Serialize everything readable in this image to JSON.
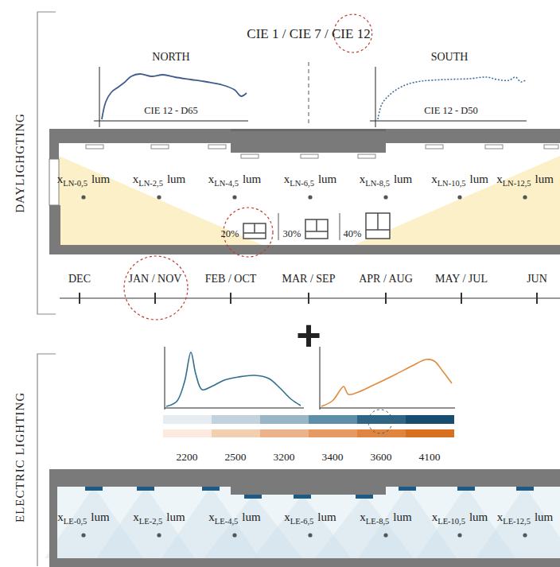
{
  "diagram": {
    "title": "CIE 1 / CIE 7 / CIE 12",
    "labels": [
      "DAYLIGHGTING",
      "NORTH",
      "SOUTH",
      "CIE 12 - D65",
      "CIE 12 - D50",
      "x",
      "LN-0,5",
      "lum",
      "x",
      "LN-2,5",
      "lum",
      "x",
      "LN-4,5",
      "lum",
      "x",
      "LN-6,5",
      "lum",
      "x",
      "LN-8,5",
      "lum",
      "x",
      "LN-10,5",
      "lum",
      "x",
      "LN-12,5",
      "lum",
      "20%",
      "30%",
      "40%",
      "DEC",
      "JAN / NOV",
      "FEB / OCT",
      "MAR / SEP",
      "APR / AUG",
      "MAY / JUL",
      "JUN",
      "+",
      "ELECTRIC LIGHTING",
      "2200",
      "2500",
      "3200",
      "3400",
      "3600",
      "4100",
      "x",
      "LE-0,5",
      "lum",
      "x",
      "LE-2,5",
      "lum",
      "x",
      "LE-4,5",
      "lum",
      "x",
      "LE-6,5",
      "lum",
      "x",
      "LE-8,5",
      "lum",
      "x",
      "LE-10,5",
      "lum",
      "x",
      "LE-12,5",
      "lum"
    ]
  }
}
